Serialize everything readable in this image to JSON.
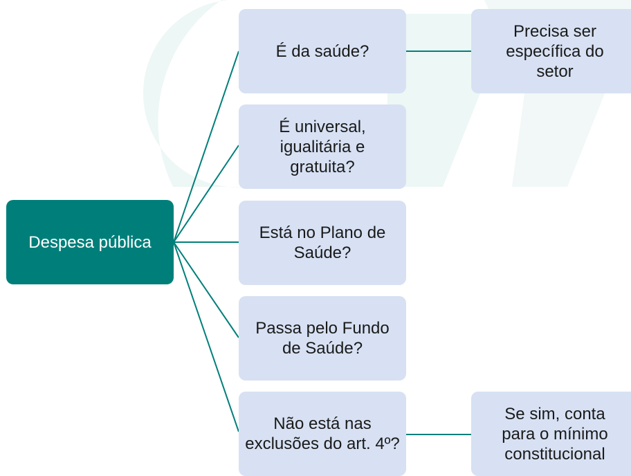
{
  "diagram": {
    "type": "tree",
    "colors": {
      "root_fill": "#007f7a",
      "root_text": "#ffffff",
      "node_fill": "#d7e1f3",
      "node_text": "#1a1a1a",
      "connector": "#007f7a",
      "watermark": "#edf7f5"
    },
    "root": {
      "label": "Despesa pública"
    },
    "questions": [
      {
        "label": "É da saúde?"
      },
      {
        "label": "É universal, igualitária e gratuita?"
      },
      {
        "label": "Está no Plano de Saúde?"
      },
      {
        "label": "Passa pelo Fundo de Saúde?"
      },
      {
        "label": "Não está nas exclusões do art. 4º?"
      }
    ],
    "notes": [
      {
        "label": "Precisa ser específica do setor",
        "attached_to_question": 0
      },
      {
        "label": "Se sim, conta para o mínimo constitucional",
        "attached_to_question": 4
      }
    ]
  }
}
